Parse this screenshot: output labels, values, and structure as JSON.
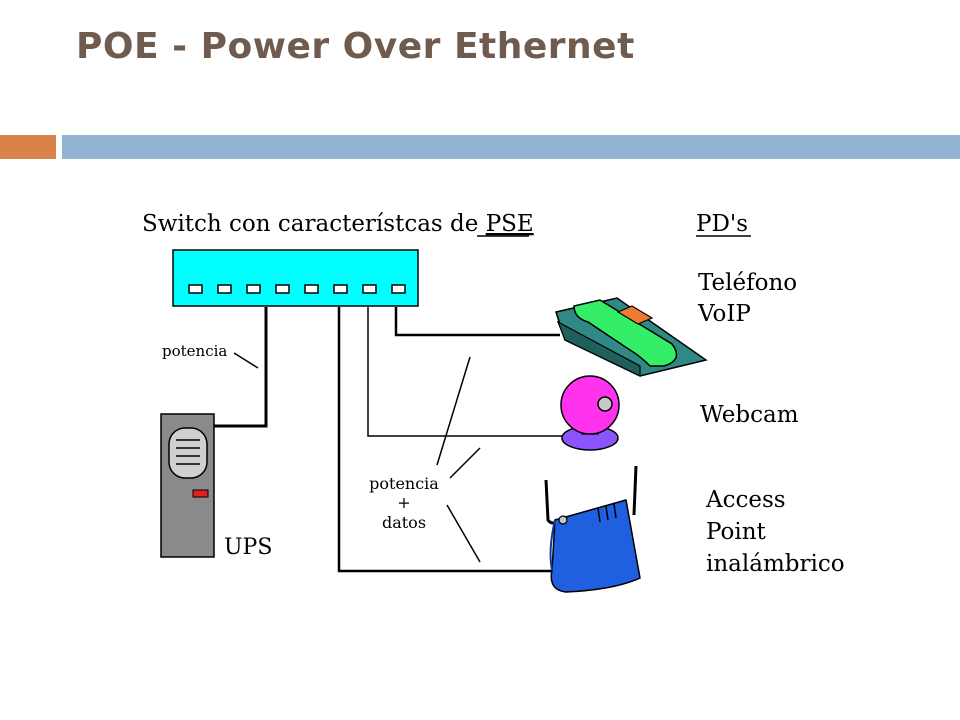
{
  "slide": {
    "title": "POE - Power Over Ethernet"
  },
  "diagram": {
    "switch_label": "Switch con característcas de ",
    "pse_label": "PSE",
    "pd_label": "PD's",
    "ups_label": "UPS",
    "power_label": "potencia",
    "power_data_label": {
      "line1": "potencia",
      "line2": "+",
      "line3": "datos"
    },
    "devices": {
      "phone": {
        "line1": "Teléfono",
        "line2": "VoIP"
      },
      "webcam": "Webcam",
      "access_point": {
        "line1": "Access",
        "line2": "Point",
        "line3": "inalámbrico"
      }
    }
  },
  "colors": {
    "title": "#6f5c4f",
    "accent_orange": "#d9824a",
    "accent_blue": "#93b3d3",
    "switch": "#00ffff",
    "phone_base": "#2f8a86",
    "phone_handset": "#33ee66",
    "phone_keypad": "#ee7a33",
    "webcam": "#ff33ee",
    "webcam_base": "#8a55ff",
    "access_point": "#1f5fe0",
    "ups": "#8a8a8a",
    "ups_led": "#e02020"
  }
}
